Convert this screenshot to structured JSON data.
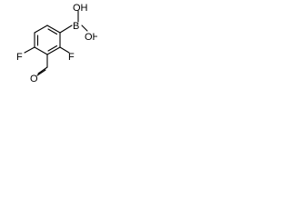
{
  "structure": {
    "atoms": {
      "boron": "B",
      "hydroxyl_1": "OH",
      "hydroxyl_2": "OH",
      "fluorine_left": "F",
      "fluorine_right": "F",
      "aldehyde_oxygen": "O"
    },
    "colors": {
      "ink": "#000000",
      "background": "#ffffff"
    }
  }
}
